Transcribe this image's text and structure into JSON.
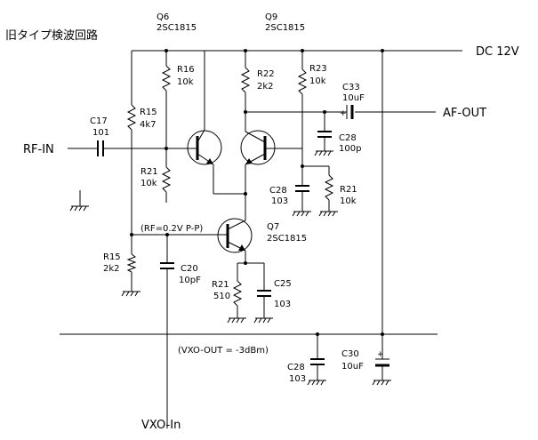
{
  "title": "旧タイプ検波回路",
  "rails": {
    "supply": "DC 12V",
    "af_out": "AF-OUT",
    "rf_in": "RF-IN",
    "vxo_in": "VXO-In"
  },
  "notes": {
    "rf_level": "(RF=0.2V P-P)",
    "vxo_level": "(VXO-OUT = -3dBm)"
  },
  "transistors": {
    "q6": {
      "ref": "Q6",
      "part": "2SC1815"
    },
    "q9": {
      "ref": "Q9",
      "part": "2SC1815"
    },
    "q7": {
      "ref": "Q7",
      "part": "2SC1815"
    }
  },
  "resistors": {
    "r16": {
      "ref": "R16",
      "value": "10k"
    },
    "r15a": {
      "ref": "R15",
      "value": "4k7"
    },
    "r21a": {
      "ref": "R21",
      "value": "10k"
    },
    "r15b": {
      "ref": "R15",
      "value": "2k2"
    },
    "r22": {
      "ref": "R22",
      "value": "2k2"
    },
    "r23": {
      "ref": "R23",
      "value": "10k"
    },
    "r21b": {
      "ref": "R21",
      "value": "10k"
    },
    "r21c": {
      "ref": "R21",
      "value": "510"
    }
  },
  "capacitors": {
    "c17": {
      "ref": "C17",
      "value": "101"
    },
    "c20": {
      "ref": "C20",
      "value": "10pF"
    },
    "c33": {
      "ref": "C33",
      "value": "10uF"
    },
    "c28a": {
      "ref": "C28",
      "value": "100p"
    },
    "c28b": {
      "ref": "C28",
      "value": "103"
    },
    "c25": {
      "ref": "C25",
      "value": "103"
    },
    "c28c": {
      "ref": "C28",
      "value": "103"
    },
    "c30": {
      "ref": "C30",
      "value": "10uF"
    }
  }
}
